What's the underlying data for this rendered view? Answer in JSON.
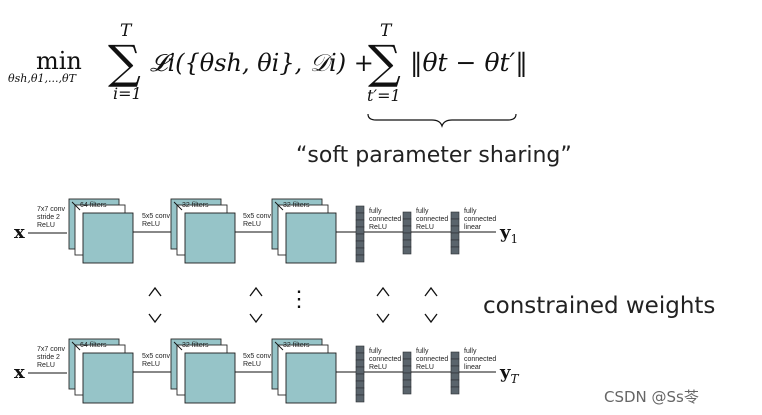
{
  "formula": {
    "min_label": "min",
    "min_subscript": "θsh,θ1,...,θT",
    "sum1_upper": "T",
    "sum1_lower": "i=1",
    "loss_term": "𝓛i({θsh, θi}, 𝒟i) +",
    "sum2_upper": "T",
    "sum2_lower": "t′=1",
    "norm_term": "‖θt − θt′‖"
  },
  "caption": "“soft parameter sharing”",
  "side_label": "constrained weights",
  "networks": [
    {
      "input_label": "x",
      "output_label": "y",
      "output_subscript": "1",
      "conv_layers": [
        {
          "label_lines": [
            "7x7 conv",
            "stride 2",
            "ReLU"
          ],
          "filters": "64 filters"
        },
        {
          "label_lines": [
            "5x5 conv",
            "ReLU"
          ],
          "filters": "32 filters"
        },
        {
          "label_lines": [
            "5x5 conv",
            "ReLU"
          ],
          "filters": "32 filters"
        }
      ],
      "fc_layers": [
        {
          "label_lines": [
            "fully",
            "connected",
            "ReLU"
          ]
        },
        {
          "label_lines": [
            "fully",
            "connected",
            "ReLU"
          ]
        },
        {
          "label_lines": [
            "fully",
            "connected",
            "linear"
          ]
        }
      ]
    },
    {
      "input_label": "x",
      "output_label": "y",
      "output_subscript": "T",
      "conv_layers": [
        {
          "label_lines": [
            "7x7 conv",
            "stride 2",
            "ReLU"
          ],
          "filters": "64 filters"
        },
        {
          "label_lines": [
            "5x5 conv",
            "ReLU"
          ],
          "filters": "32 filters"
        },
        {
          "label_lines": [
            "5x5 conv",
            "ReLU"
          ],
          "filters": "32 filters"
        }
      ],
      "fc_layers": [
        {
          "label_lines": [
            "fully",
            "connected",
            "ReLU"
          ]
        },
        {
          "label_lines": [
            "fully",
            "connected",
            "ReLU"
          ]
        },
        {
          "label_lines": [
            "fully",
            "connected",
            "linear"
          ]
        }
      ]
    }
  ],
  "ellipsis": "⋮",
  "watermark": "CSDN @Ss苓"
}
